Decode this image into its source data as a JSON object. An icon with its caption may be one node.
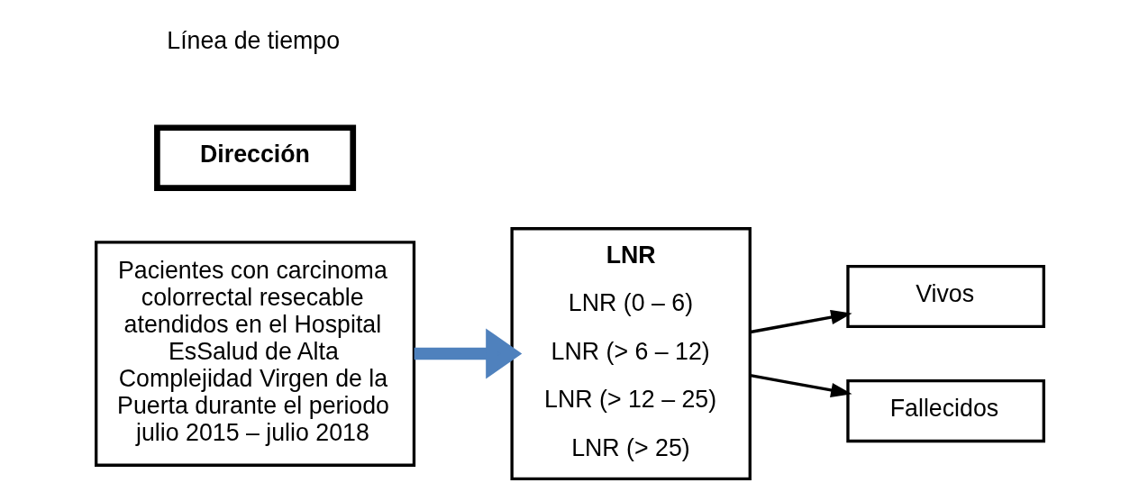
{
  "diagram": {
    "nodes": [
      {
        "text": [
          "Pacientes con carcinoma colorrectal resecable atendidos en el Hospital EsSalud de Alta Complejidad Virgen de la Puerta durante el periodo julio 2015 – julio 2018"
        ]
      },
      {
        "text": [
          "LNR",
          "LNR (0 – 6)",
          "LNR (> 6 – 12)",
          "LNR (> 12 – 25)",
          "LNR (> 25)"
        ]
      },
      {
        "text": [
          "Vivos"
        ]
      },
      {
        "text": [
          "Fallecidos"
        ]
      },
      {
        "text": [
          "Dirección"
        ]
      }
    ],
    "edges": [
      {
        "from": 0,
        "to": 1,
        "arrow": "to",
        "style": "thick",
        "color": "#4f81bd"
      },
      {
        "from": 1,
        "to": 2,
        "arrow": "to"
      },
      {
        "from": 1,
        "to": 3,
        "arrow": "to"
      }
    ],
    "labels": [
      "Línea de tiempo"
    ]
  }
}
